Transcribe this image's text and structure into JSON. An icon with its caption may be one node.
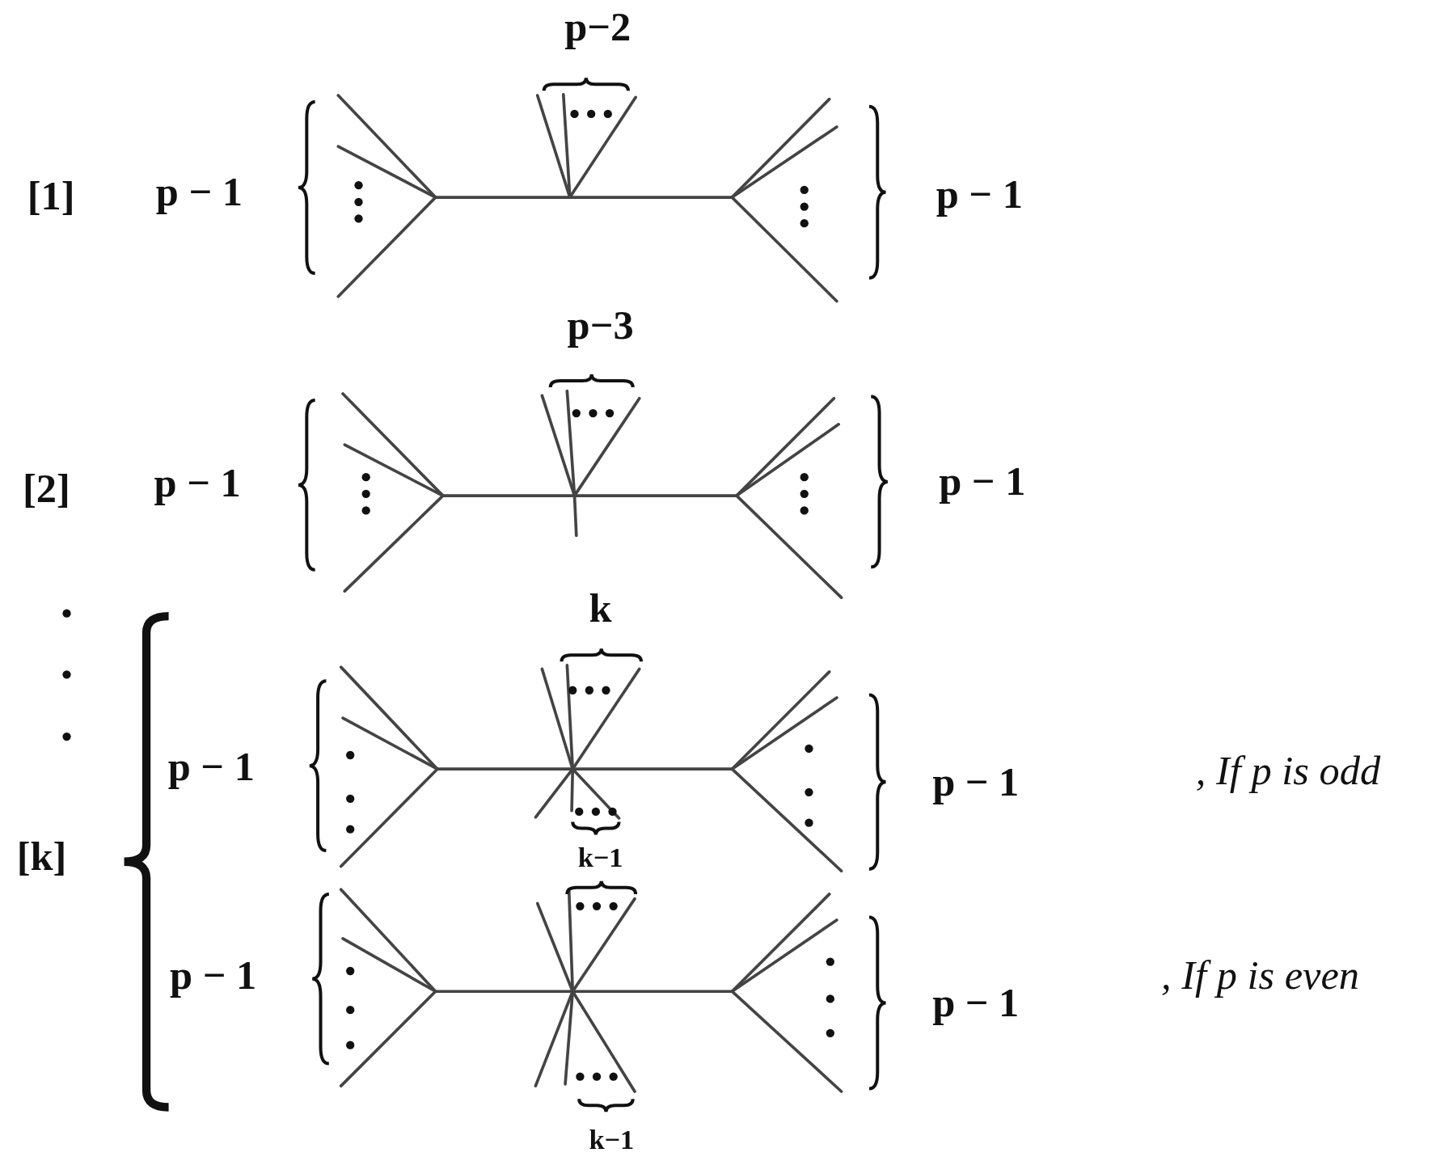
{
  "diagram": {
    "labels": [
      "p−2",
      "[1]",
      "p − 1",
      "p − 1",
      "p−3",
      "[2]",
      "p − 1",
      "p − 1",
      "k",
      "p − 1",
      "p − 1",
      ", If p is odd",
      "[k]",
      "k−1",
      "p − 1",
      ", If p is even",
      "p − 1",
      "k−1"
    ]
  }
}
